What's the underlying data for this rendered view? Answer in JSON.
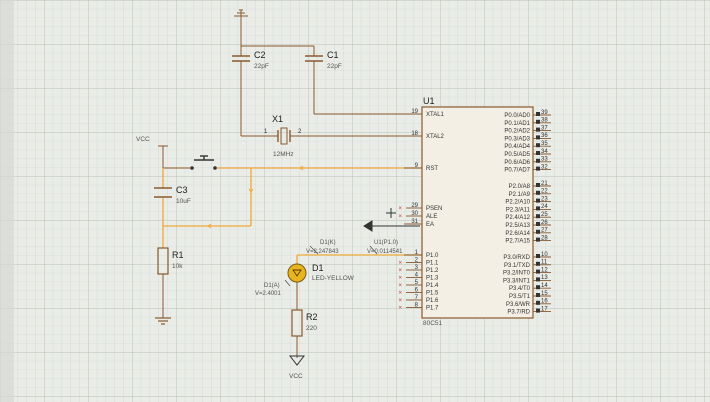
{
  "components": {
    "u1": {
      "name": "U1",
      "part": "80C51",
      "left_pins": [
        {
          "num": "19",
          "label": "XTAL1"
        },
        {
          "num": "18",
          "label": "XTAL2"
        },
        {
          "num": "9",
          "label": "RST"
        },
        {
          "num": "29",
          "label": "PSEN"
        },
        {
          "num": "30",
          "label": "ALE"
        },
        {
          "num": "31",
          "label": "EA"
        },
        {
          "num": "1",
          "label": "P1.0"
        },
        {
          "num": "2",
          "label": "P1.1"
        },
        {
          "num": "3",
          "label": "P1.2"
        },
        {
          "num": "4",
          "label": "P1.3"
        },
        {
          "num": "5",
          "label": "P1.4"
        },
        {
          "num": "6",
          "label": "P1.5"
        },
        {
          "num": "7",
          "label": "P1.6"
        },
        {
          "num": "8",
          "label": "P1.7"
        }
      ],
      "right_pins": [
        {
          "num": "39",
          "label": "P0.0/AD0"
        },
        {
          "num": "38",
          "label": "P0.1/AD1"
        },
        {
          "num": "37",
          "label": "P0.2/AD2"
        },
        {
          "num": "36",
          "label": "P0.3/AD3"
        },
        {
          "num": "35",
          "label": "P0.4/AD4"
        },
        {
          "num": "34",
          "label": "P0.5/AD5"
        },
        {
          "num": "33",
          "label": "P0.6/AD6"
        },
        {
          "num": "32",
          "label": "P0.7/AD7"
        },
        {
          "num": "21",
          "label": "P2.0/A8"
        },
        {
          "num": "22",
          "label": "P2.1/A9"
        },
        {
          "num": "23",
          "label": "P2.2/A10"
        },
        {
          "num": "24",
          "label": "P2.3/A11"
        },
        {
          "num": "25",
          "label": "P2.4/A12"
        },
        {
          "num": "26",
          "label": "P2.5/A13"
        },
        {
          "num": "27",
          "label": "P2.6/A14"
        },
        {
          "num": "28",
          "label": "P2.7/A15"
        },
        {
          "num": "10",
          "label": "P3.0/RXD"
        },
        {
          "num": "11",
          "label": "P3.1/TXD"
        },
        {
          "num": "12",
          "label": "P3.2/INT0"
        },
        {
          "num": "13",
          "label": "P3.3/INT1"
        },
        {
          "num": "14",
          "label": "P3.4/T0"
        },
        {
          "num": "15",
          "label": "P3.5/T1"
        },
        {
          "num": "16",
          "label": "P3.6/WR"
        },
        {
          "num": "17",
          "label": "P3.7/RD"
        }
      ]
    },
    "c2": {
      "name": "C2",
      "value": "22pF"
    },
    "c1": {
      "name": "C1",
      "value": "22pF"
    },
    "x1": {
      "name": "X1",
      "value": "12MHz",
      "pin1": "1",
      "pin2": "2"
    },
    "c3": {
      "name": "C3",
      "value": "10uF"
    },
    "r1": {
      "name": "R1",
      "value": "10k"
    },
    "d1": {
      "name": "D1",
      "value": "LED-YELLOW"
    },
    "r2": {
      "name": "R2",
      "value": "220"
    },
    "vcc_top": "VCC",
    "vcc_bottom": "VCC"
  },
  "probes": {
    "d1k": {
      "name": "D1(K)",
      "value": "V=2.247843"
    },
    "u1p1": {
      "name": "U1(P1.0)",
      "value": "V=0.0114541"
    },
    "d1a": {
      "name": "D1(A)",
      "value": "V=2.4001"
    }
  },
  "colors": {
    "wire": "#8a5a2e",
    "active_wire": "#f0a838",
    "led_body": "#e8b520",
    "grid": "#c9cfc6",
    "background": "#e9ece7",
    "chip_fill": "#f3efe4"
  }
}
